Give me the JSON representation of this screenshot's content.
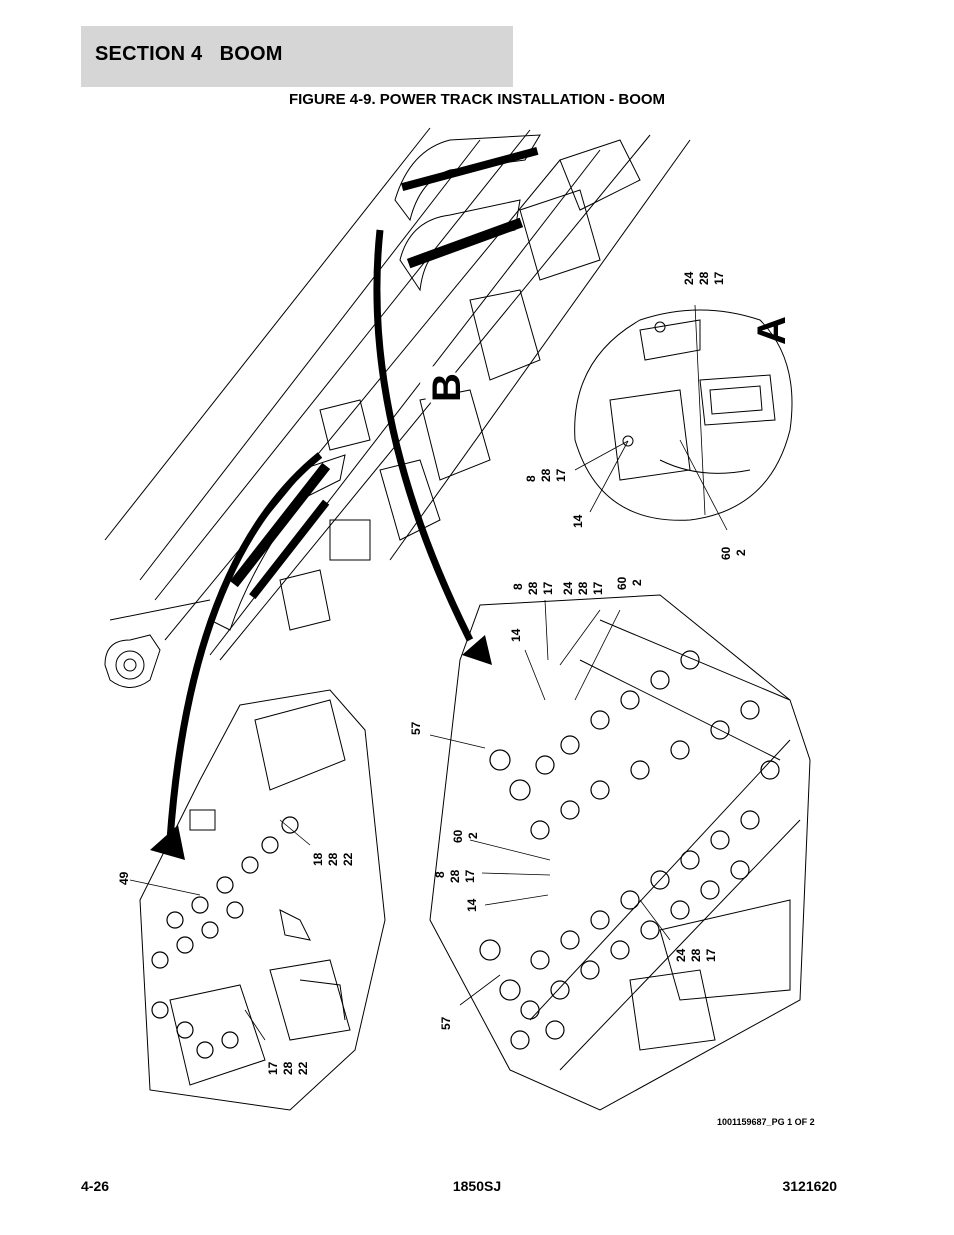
{
  "header": {
    "section": "SECTION 4   BOOM",
    "figure_title": "FIGURE 4-9. POWER TRACK INSTALLATION - BOOM"
  },
  "drawing": {
    "drawing_id": "1001159687_PG 1 OF 2",
    "detail_a_letter": "A",
    "detail_b_letter": "B",
    "callouts": {
      "a_24_28_17": [
        "24",
        "28",
        "17"
      ],
      "a_8_28_17": [
        "8",
        "28",
        "17"
      ],
      "a_14": "14",
      "a_60_2": [
        "60",
        "2"
      ],
      "b_top": [
        "8",
        "28",
        "17",
        "24",
        "28",
        "17",
        "60",
        "2"
      ],
      "b_14_top": "14",
      "b_57_top": "57",
      "b_60_2_mid": [
        "60",
        "2"
      ],
      "b_8_28_17_mid": [
        "8",
        "28",
        "17"
      ],
      "b_14_mid": "14",
      "b_57_bottom": "57",
      "b_24_28_17_bottom": [
        "24",
        "28",
        "17"
      ],
      "c_49": "49",
      "c_18_28_22": [
        "18",
        "28",
        "22"
      ],
      "c_17_28_22": [
        "17",
        "28",
        "22"
      ]
    }
  },
  "footer": {
    "page": "4-26",
    "model": "1850SJ",
    "manual": "3121620"
  }
}
